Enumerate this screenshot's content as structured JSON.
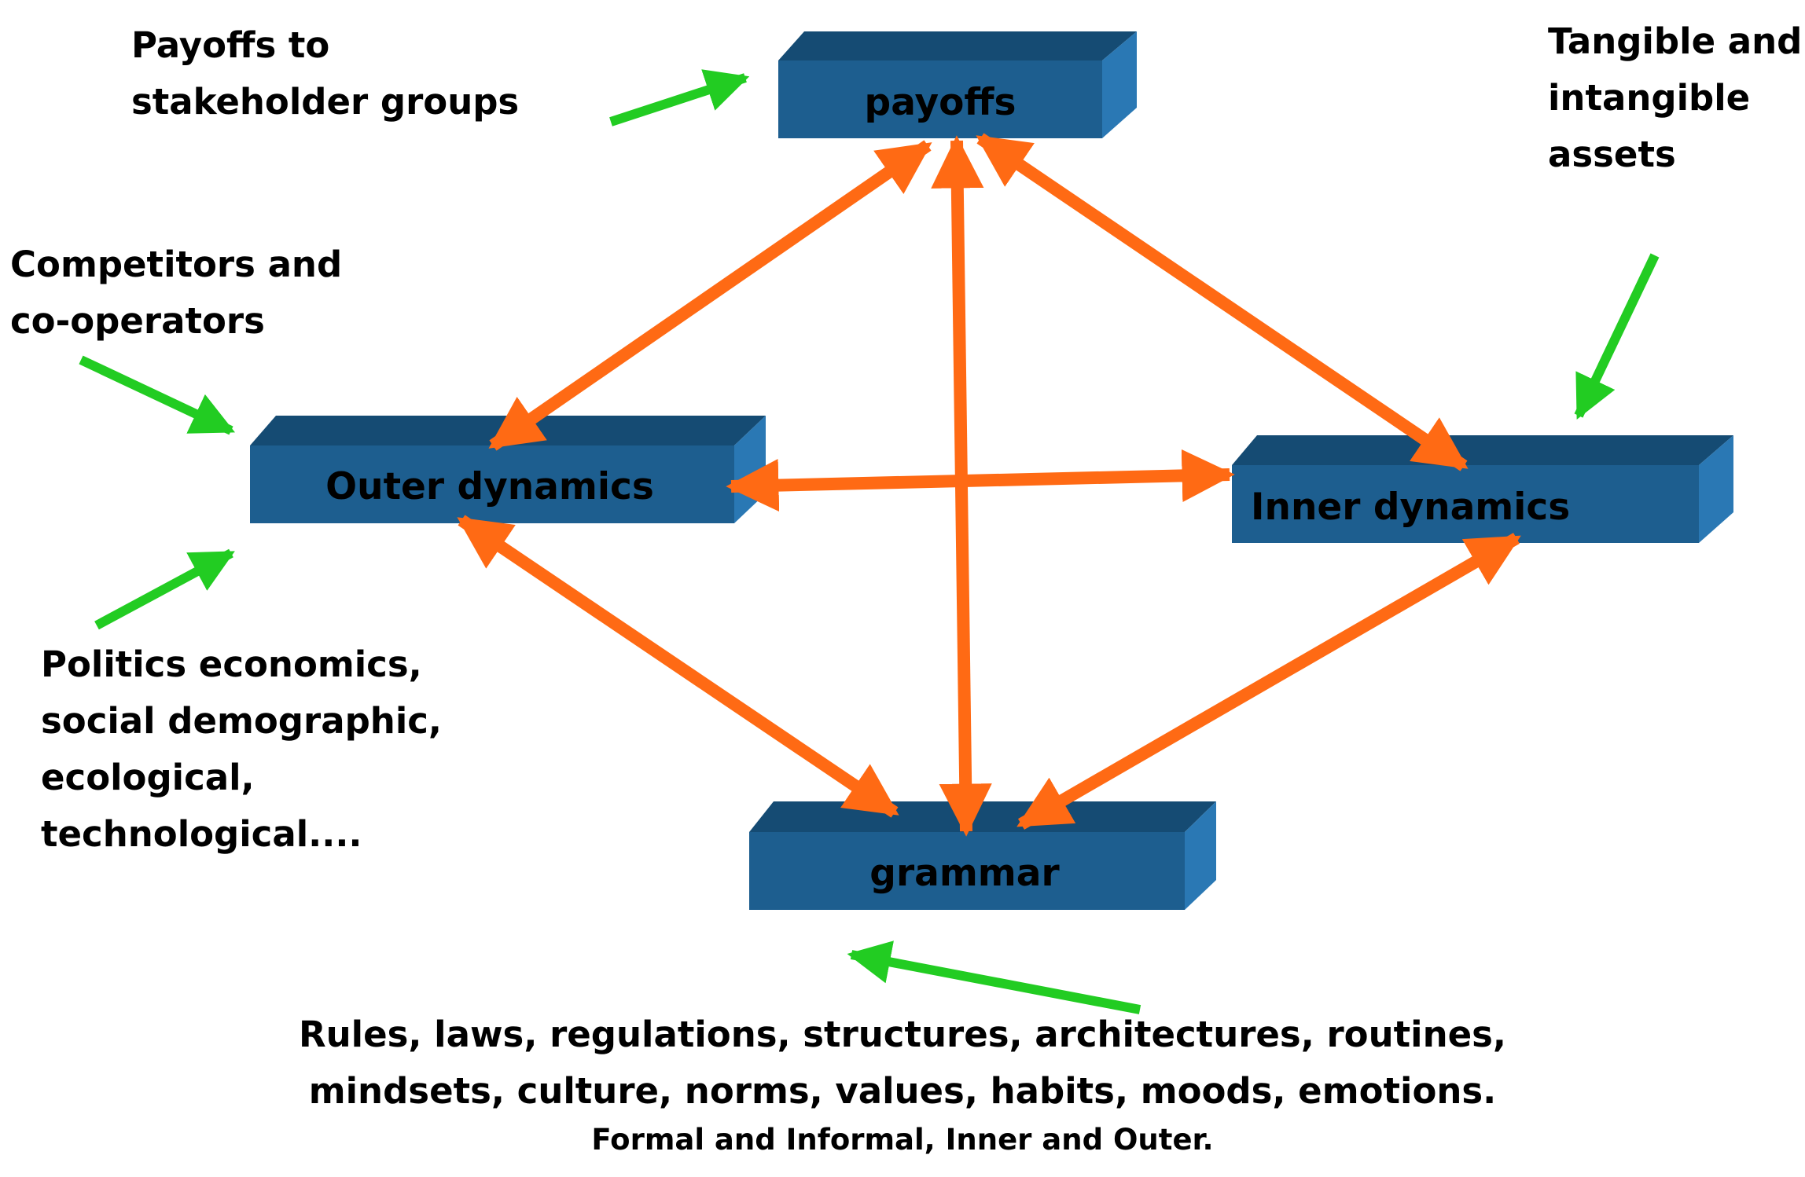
{
  "boxes": {
    "payoffs": "payoffs",
    "outer": "Outer dynamics",
    "inner": "Inner dynamics",
    "grammar": "grammar"
  },
  "notes": {
    "payoffs": [
      "Payoffs to",
      "stakeholder groups"
    ],
    "assets": [
      "Tangible and",
      "intangible",
      "assets"
    ],
    "competitors": [
      "Competitors and",
      "co-operators"
    ],
    "environment": [
      "Politics economics,",
      "social demographic,",
      "ecological,",
      "technological...."
    ]
  },
  "caption": {
    "line1": "Rules, laws, regulations, structures, architectures,  routines,",
    "line2": "mindsets, culture, norms, values, habits, moods, emotions.",
    "line3": "Formal and Informal, Inner and Outer."
  },
  "colors": {
    "box_front": "#1d5e8f",
    "box_top": "#154b73",
    "box_side": "#2a78b4",
    "relation_arrow": "#ff6a14",
    "influence_arrow": "#22cc22"
  },
  "icons": {
    "relation": "double-headed-arrow",
    "influence": "single-headed-arrow"
  }
}
